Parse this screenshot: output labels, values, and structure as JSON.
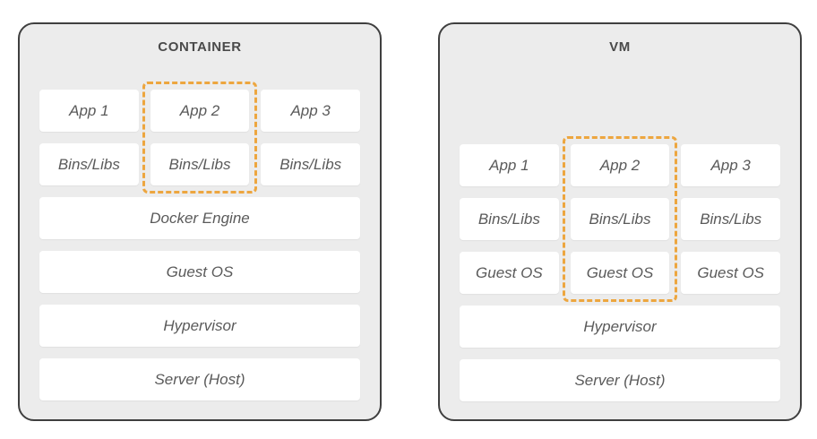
{
  "colors": {
    "canvas_bg": "#ffffff",
    "panel_bg": "#ececec",
    "panel_border": "#3f3f3f",
    "box_bg": "#ffffff",
    "label_text": "#5a5a5a",
    "title_text": "#4a4a4a",
    "highlight": "#edA63f"
  },
  "panels": {
    "container": {
      "title": "CONTAINER",
      "apps": [
        "App 1",
        "App 2",
        "App 3"
      ],
      "bins": [
        "Bins/Libs",
        "Bins/Libs",
        "Bins/Libs"
      ],
      "stack": [
        "Docker Engine",
        "Guest OS",
        "Hypervisor",
        "Server (Host)"
      ]
    },
    "vm": {
      "title": "VM",
      "apps": [
        "App 1",
        "App 2",
        "App 3"
      ],
      "bins": [
        "Bins/Libs",
        "Bins/Libs",
        "Bins/Libs"
      ],
      "guest_os": [
        "Guest OS",
        "Guest OS",
        "Guest OS"
      ],
      "stack": [
        "Hypervisor",
        "Server (Host)"
      ]
    }
  }
}
